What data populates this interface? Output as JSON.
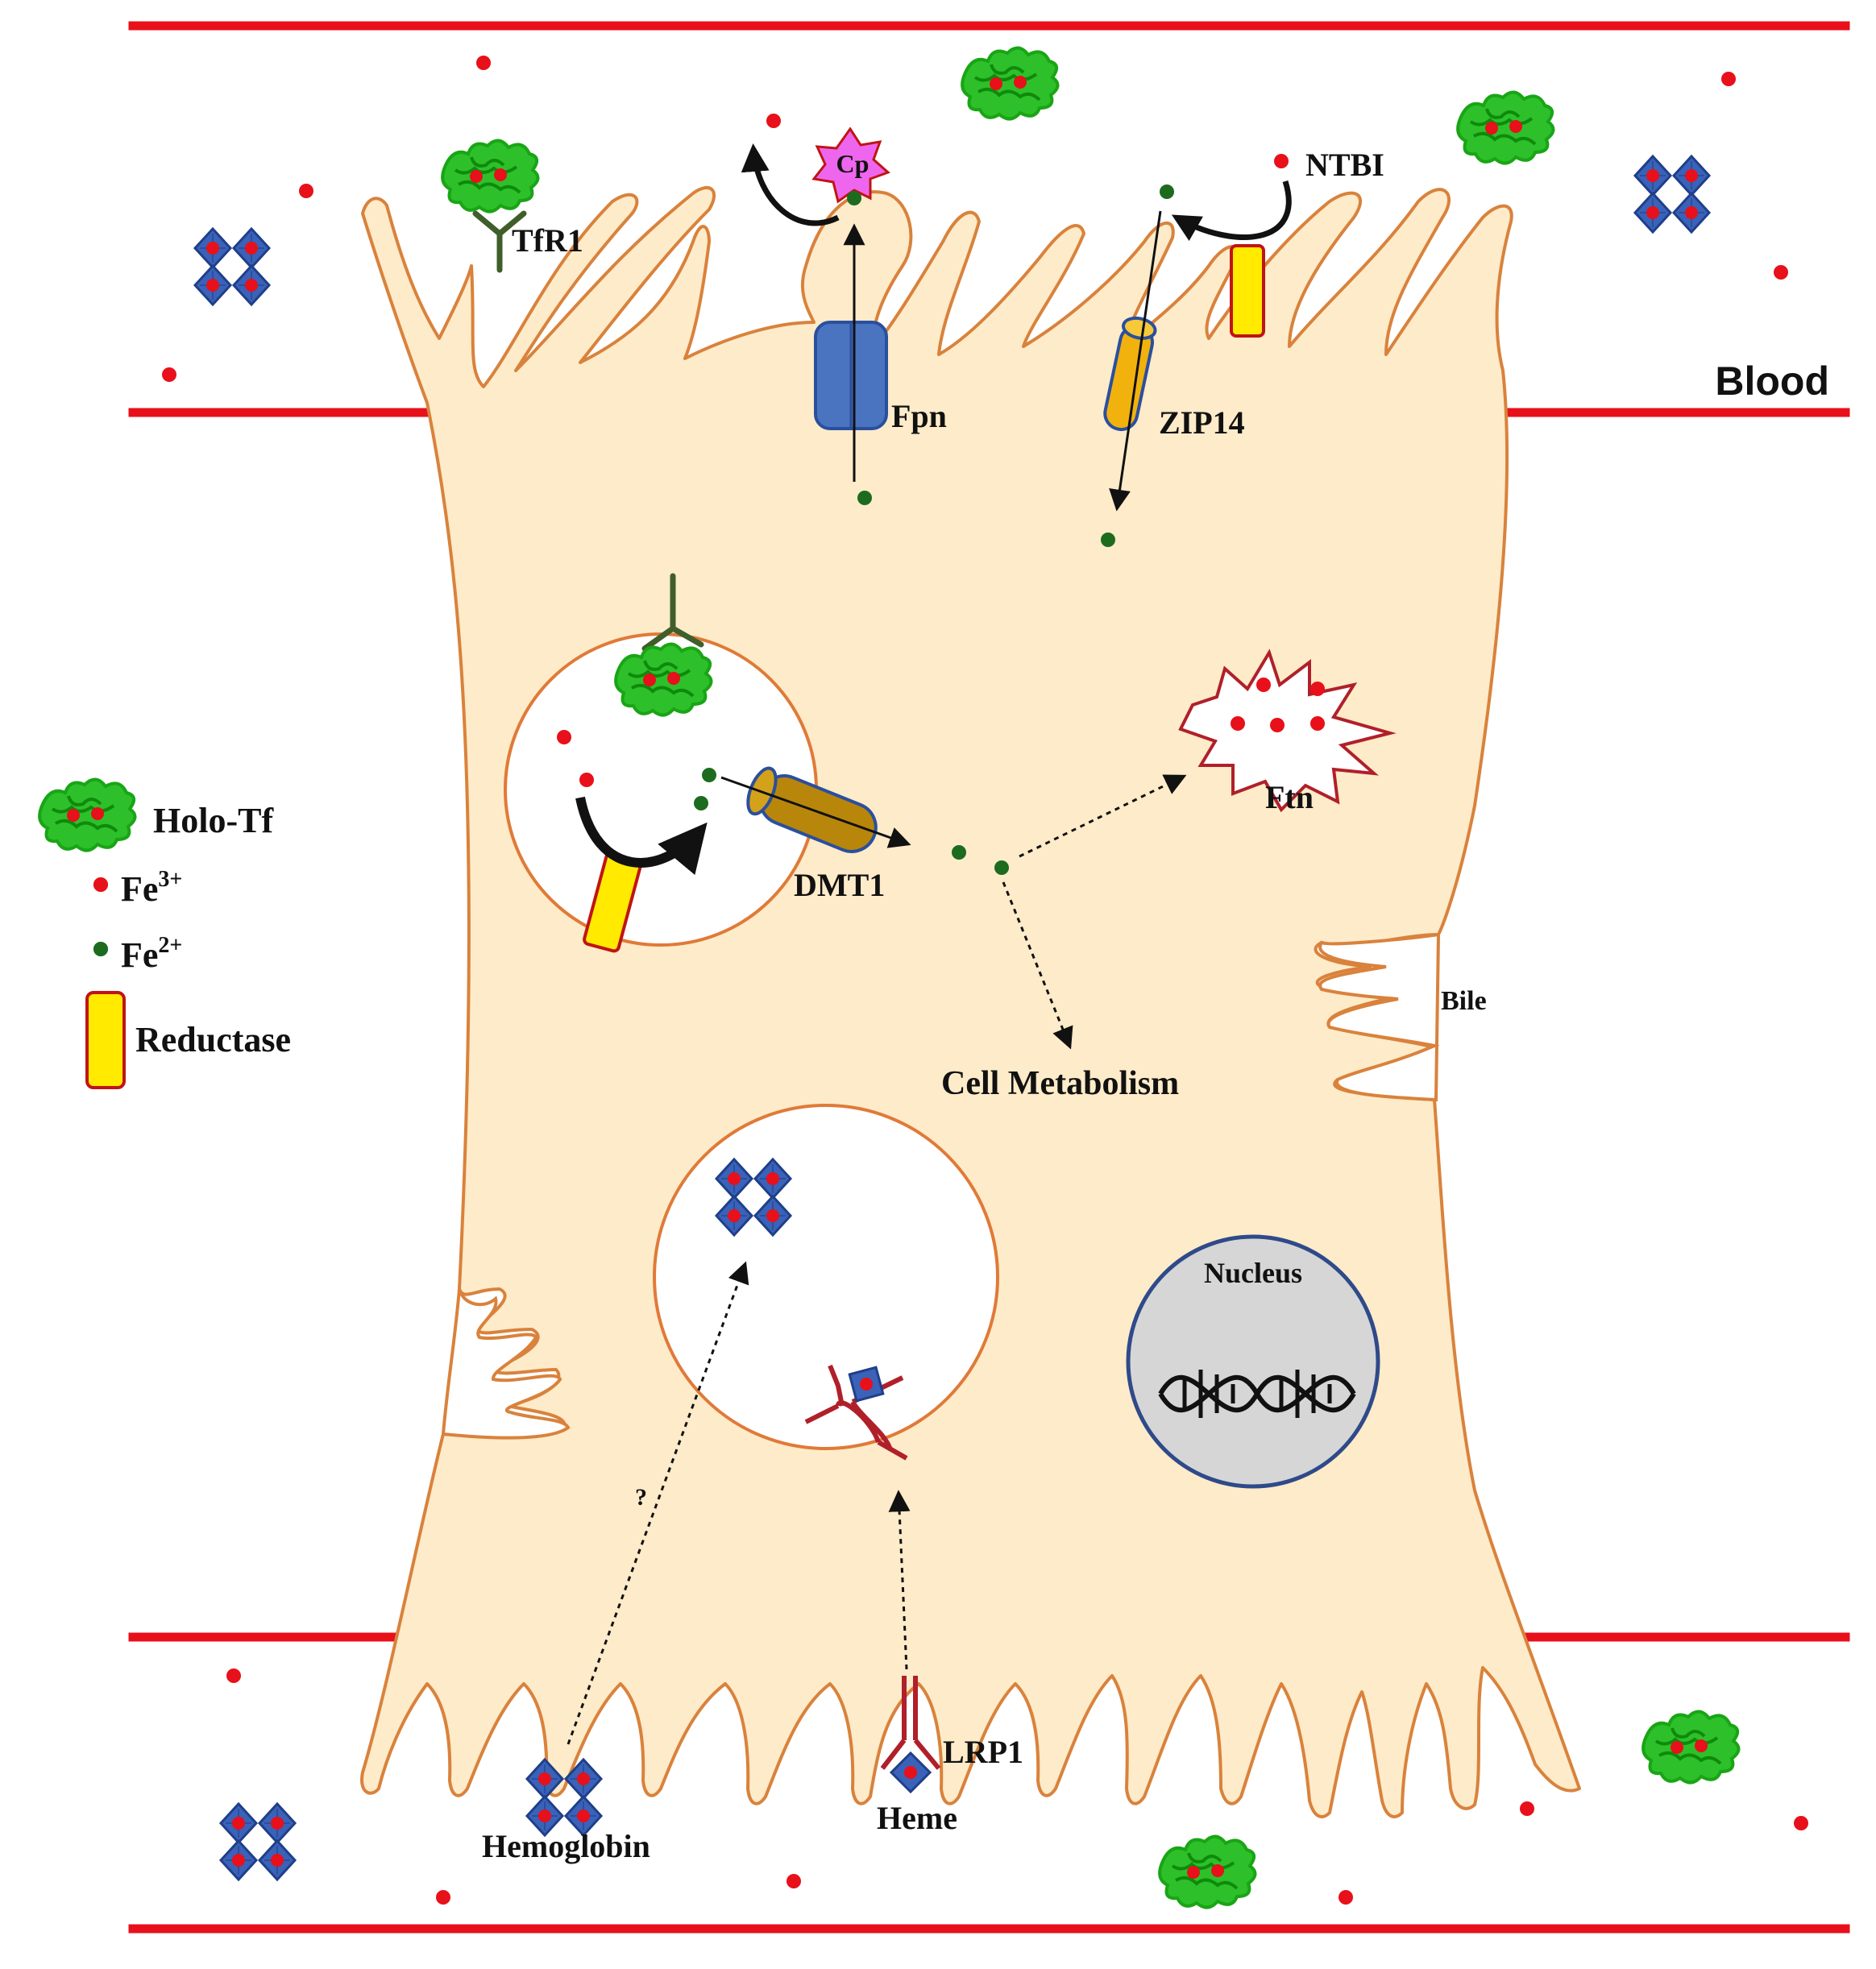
{
  "labels": {
    "blood": "Blood",
    "tfr1": "TfR1",
    "cp": "Cp",
    "fpn": "Fpn",
    "zip14": "ZIP14",
    "ntbi": "NTBI",
    "dmt1": "DMT1",
    "ftn": "Ftn",
    "cell_metabolism": "Cell Metabolism",
    "bile": "Bile",
    "nucleus": "Nucleus",
    "question": "?",
    "hemoglobin": "Hemoglobin",
    "heme": "Heme",
    "lrp1": "LRP1"
  },
  "legend": {
    "holo_tf": "Holo-Tf",
    "fe3_base": "Fe",
    "fe3_sup": "3+",
    "fe2_base": "Fe",
    "fe2_sup": "2+",
    "reductase": "Reductase"
  },
  "colors": {
    "vessel": "#e8101a",
    "cell_fill": "#fdebc9",
    "cell_stroke": "#d9823c",
    "fe3": "#e8101a",
    "fe2": "#1d6b1f",
    "transferrin": "#2ec02a",
    "hemoglobin": "#3a62b8",
    "fpn": "#4a74c0",
    "zip14": "#f1b20e",
    "dmt1": "#b8860b",
    "reductase_fill": "#ffea00",
    "reductase_stroke": "#c01414",
    "ferritin": "#b0202a",
    "cp": "#ee66ee",
    "receptor": "#3f5e2a",
    "lrp1": "#b0202a",
    "nucleus_fill": "#d6d6d6",
    "nucleus_stroke": "#2f4a8a"
  },
  "icons": [
    "holo-transferrin-icon",
    "hemoglobin-icon",
    "ferritin-icon",
    "dna-icon",
    "reductase-icon",
    "transporter-icon",
    "receptor-icon"
  ]
}
